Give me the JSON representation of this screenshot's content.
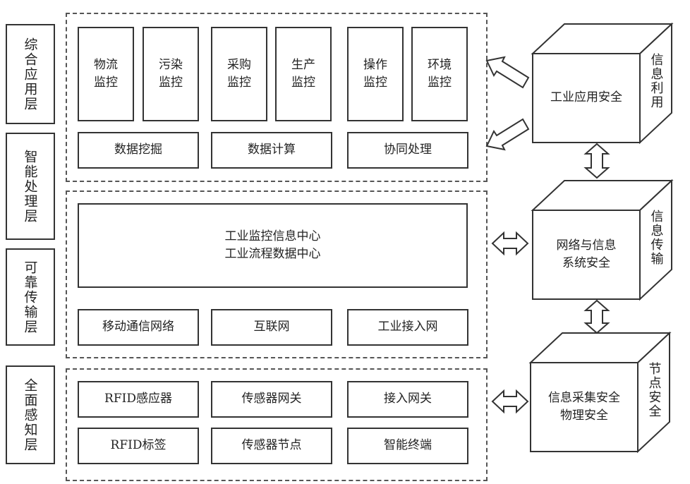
{
  "layers": {
    "application": "综合应用层",
    "processing": "智能处理层",
    "transmission": "可靠传输层",
    "perception": "全面感知层"
  },
  "application_layer": {
    "monitors": [
      {
        "label": "物流\n监控"
      },
      {
        "label": "污染\n监控"
      },
      {
        "label": "采购\n监控"
      },
      {
        "label": "生产\n监控"
      },
      {
        "label": "操作\n监控"
      },
      {
        "label": "环境\n监控"
      }
    ],
    "processing": [
      "数据挖掘",
      "数据计算",
      "协同处理"
    ]
  },
  "transmission_layer": {
    "center_line1": "工业监控信息中心",
    "center_line2": "工业流程数据中心",
    "networks": [
      "移动通信网络",
      "互联网",
      "工业接入网"
    ]
  },
  "perception_layer": {
    "row1": [
      "RFID感应器",
      "传感器网关",
      "接入网关"
    ],
    "row2": [
      "RFID标签",
      "传感器节点",
      "智能终端"
    ]
  },
  "security": {
    "app": {
      "face": "工业应用安全",
      "side": "信息利用"
    },
    "network": {
      "face": "网络与信息\n系统安全",
      "side": "信息传输"
    },
    "node": {
      "face": "信息采集安全\n物理安全",
      "side": "节点安全"
    }
  }
}
